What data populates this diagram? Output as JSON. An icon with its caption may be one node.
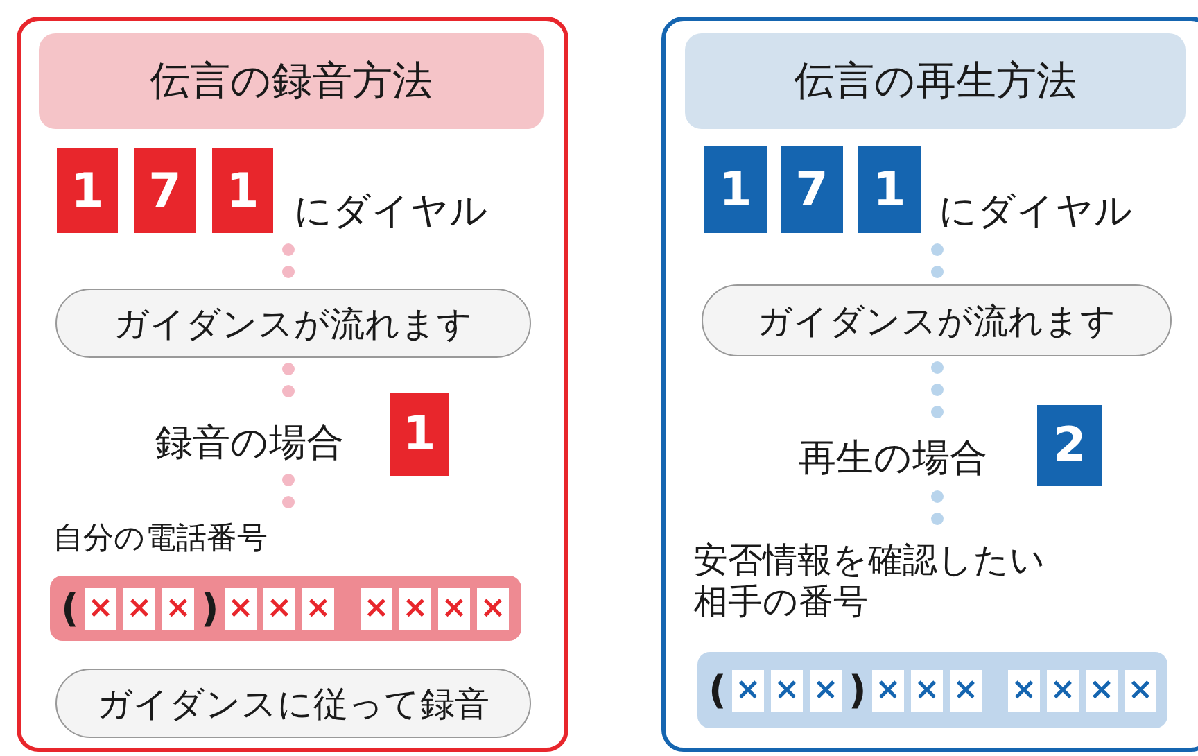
{
  "diagram": {
    "nodes": [
      {
        "text": [],
        "shape": "box"
      },
      {
        "text": [
          "伝言の録音方法"
        ],
        "in": 0
      },
      {
        "text": [
          "1"
        ],
        "in": 0
      },
      {
        "text": [
          "7"
        ],
        "in": 0
      },
      {
        "text": [
          "1"
        ],
        "in": 0
      },
      {
        "text": [
          "にダイヤル"
        ],
        "in": 0
      },
      {
        "text": [
          "ガイダンスが流れます"
        ],
        "in": 0
      },
      {
        "text": [
          "録音の場合"
        ],
        "in": 0
      },
      {
        "text": [
          "1"
        ],
        "in": 0
      },
      {
        "text": [
          "自分の電話番号"
        ],
        "in": 0
      },
      {
        "text": [
          "(",
          "×",
          "×",
          "×",
          ")",
          "×",
          "×",
          "×",
          "×",
          "×",
          "×",
          "×"
        ],
        "in": 0
      },
      {
        "text": [
          "ガイダンスに従って録音"
        ],
        "in": 0
      },
      {
        "text": [],
        "shape": "box"
      },
      {
        "text": [
          "伝言の再生方法"
        ],
        "in": 12
      },
      {
        "text": [
          "1"
        ],
        "in": 12
      },
      {
        "text": [
          "7"
        ],
        "in": 12
      },
      {
        "text": [
          "1"
        ],
        "in": 12
      },
      {
        "text": [
          "にダイヤル"
        ],
        "in": 12
      },
      {
        "text": [
          "ガイダンスが流れます"
        ],
        "in": 12
      },
      {
        "text": [
          "再生の場合"
        ],
        "in": 12
      },
      {
        "text": [
          "2"
        ],
        "in": 12
      },
      {
        "text": [
          "安否情報を確認したい相手の番号"
        ],
        "in": 12
      },
      {
        "text": [
          "(",
          "×",
          "×",
          "×",
          ")",
          "×",
          "×",
          "×",
          "×",
          "×",
          "×",
          "×"
        ],
        "in": 12
      }
    ],
    "edges": [
      {
        "from": 5,
        "to": 6,
        "arrow": "none",
        "style": "dashed",
        "color": "#f4b8c4"
      },
      {
        "from": 6,
        "to": 7,
        "arrow": "none",
        "style": "dashed",
        "color": "#f4b8c4"
      },
      {
        "from": 7,
        "to": 9,
        "arrow": "none",
        "style": "dashed",
        "color": "#f4b8c4"
      },
      {
        "from": 17,
        "to": 18,
        "arrow": "none",
        "style": "dashed",
        "color": "#b8d4ec"
      },
      {
        "from": 18,
        "to": 19,
        "arrow": "none",
        "style": "dashed",
        "color": "#b8d4ec"
      },
      {
        "from": 19,
        "to": 21,
        "arrow": "none",
        "style": "dashed",
        "color": "#b8d4ec"
      }
    ]
  }
}
